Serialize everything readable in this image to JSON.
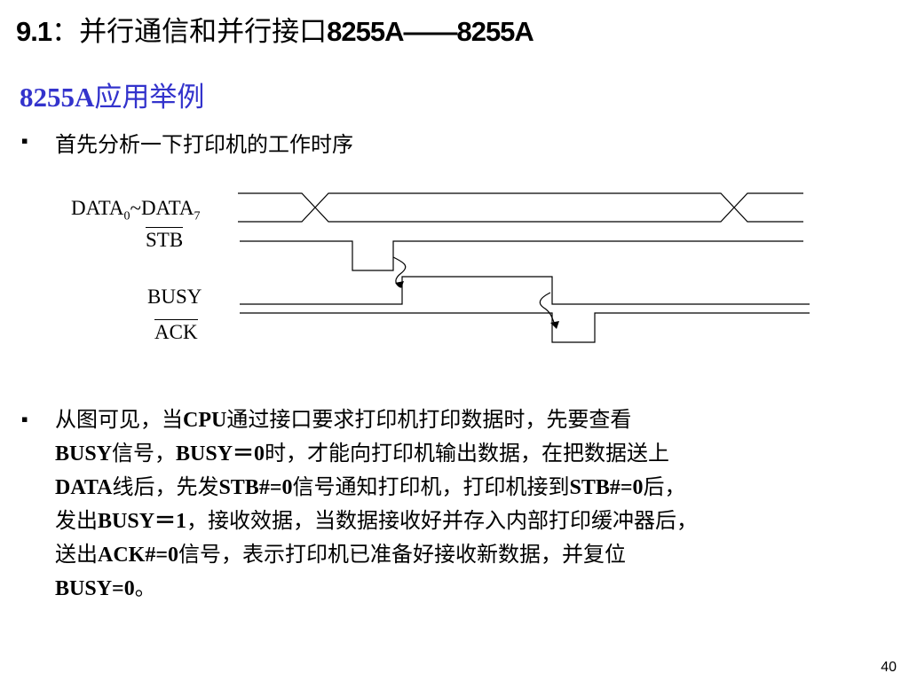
{
  "slide": {
    "title_prefix": "9.1",
    "title_cn": "：并行通信和并行接口",
    "title_suffix": "8255A——8255A",
    "subtitle_en": "8255A",
    "subtitle_cn": "应用举例",
    "bullet_symbol": "▪",
    "bullet1": "首先分析一下打印机的工作时序",
    "page_number": "40"
  },
  "timing": {
    "data_label_a": "DATA",
    "data_sub_a": "0",
    "data_sep": "~DATA",
    "data_sub_b": "7",
    "stb": "STB",
    "busy": "BUSY",
    "ack": "ACK"
  },
  "para": {
    "s1": "从图可见，当",
    "s2": "CPU",
    "s3": "通过接口要求打印机打印数据时，先要查看",
    "s4": "BUSY",
    "s5": "信号，",
    "s6": "BUSY＝0",
    "s7": "时，才能向打印机输出数据，在把数据送上",
    "s8": "DATA",
    "s9": "线后，先发",
    "s10": "STB#=0",
    "s11": "信号通知打印机，打印机接到",
    "s12": "STB#=0",
    "s13": "后，",
    "s14": "发出",
    "s15": "BUSY＝1",
    "s16": "，接收效据，当数据接收好并存入内部打印缓冲器后，",
    "s17": "送出",
    "s18": "ACK#=0",
    "s19": "信号，表示打印机已准备好接收新数据，并复位",
    "s20": "BUSY=0",
    "s21": "。"
  }
}
